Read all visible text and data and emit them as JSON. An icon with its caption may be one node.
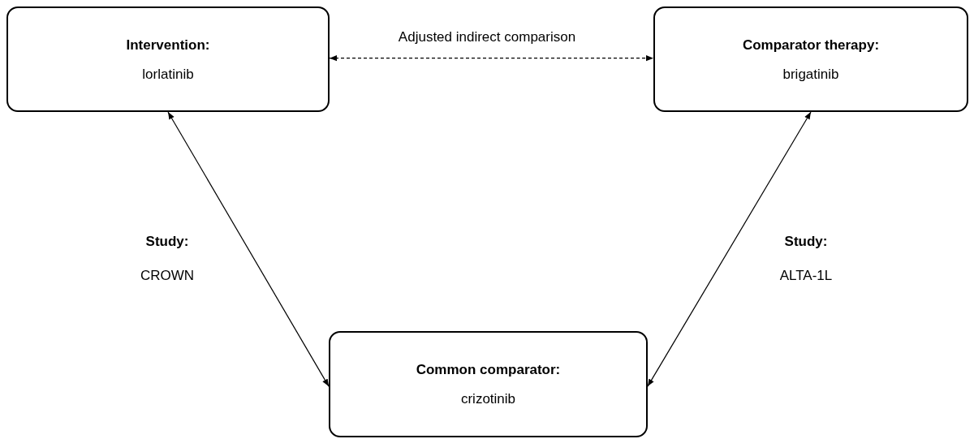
{
  "diagram": {
    "nodes": [
      {
        "text": [
          "Intervention:",
          "lorlatinib"
        ]
      },
      {
        "text": [
          "Comparator therapy:",
          "brigatinib"
        ]
      },
      {
        "text": [
          "Common comparator:",
          "crizotinib"
        ]
      }
    ],
    "edges": [
      {
        "from": 0,
        "to": 1,
        "arrow": "both",
        "style": "dashed",
        "label": "Adjusted indirect comparison"
      },
      {
        "from": 0,
        "to": 2,
        "arrow": "both"
      },
      {
        "from": 1,
        "to": 2,
        "arrow": "both"
      }
    ],
    "labels": [
      "Study:",
      "CROWN",
      "Study:",
      "ALTA-1L"
    ]
  }
}
